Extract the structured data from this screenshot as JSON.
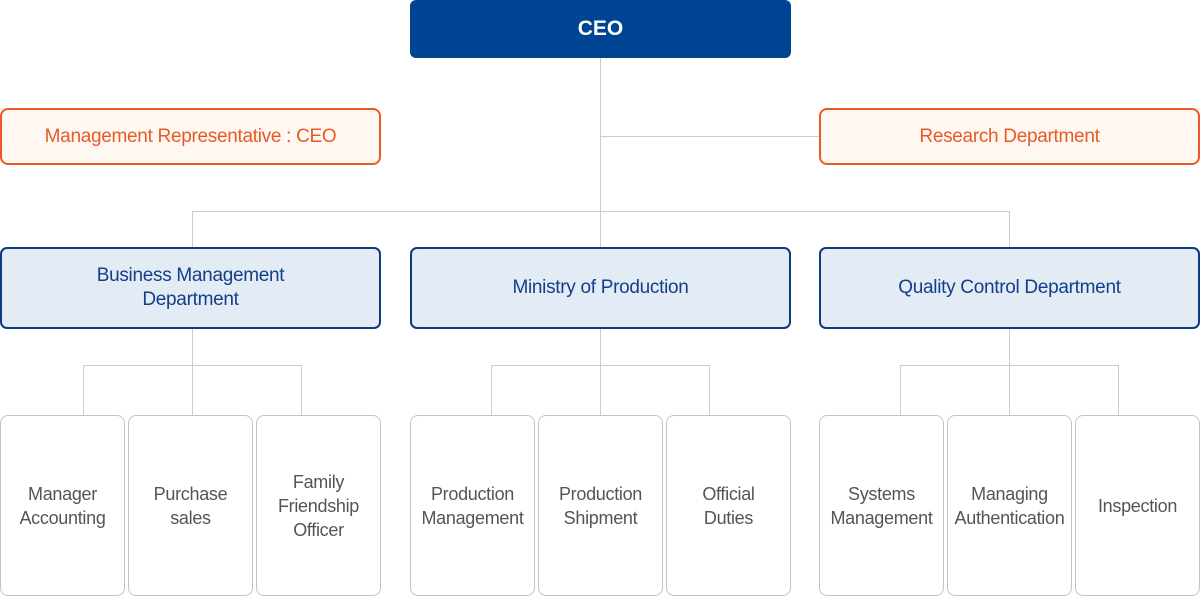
{
  "ceo": {
    "label": "CEO"
  },
  "management_representative": {
    "label": "Management Representative : CEO"
  },
  "research_department": {
    "label": "Research Department"
  },
  "departments": [
    {
      "label": "Business Management\nDepartment",
      "units": [
        "Manager\nAccounting",
        "Purchase\nsales",
        "Family\nFriendship\nOfficer"
      ]
    },
    {
      "label": "Ministry of Production",
      "units": [
        "Production\nManagement",
        "Production\nShipment",
        "Official\nDuties"
      ]
    },
    {
      "label": "Quality Control Department",
      "units": [
        "Systems\nManagement",
        "Managing\nAuthentication",
        "Inspection"
      ]
    }
  ],
  "colors": {
    "ceo_fill": "#004494",
    "accent_orange": "#ec5a22",
    "department_border": "#0d3a80",
    "department_fill": "#e3ebf4",
    "connector": "#cccccc"
  }
}
